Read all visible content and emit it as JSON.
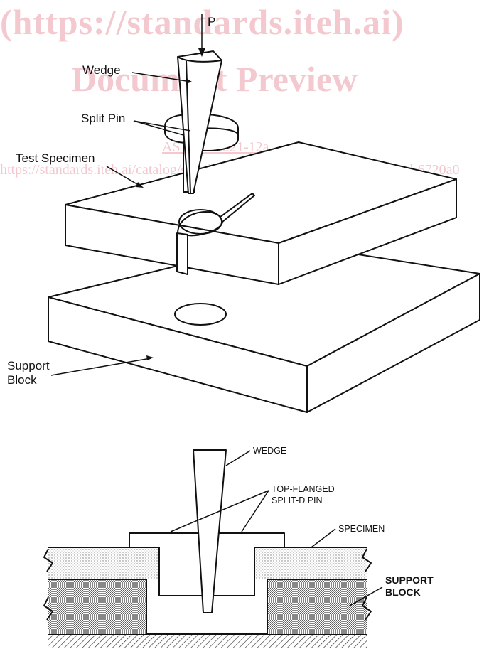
{
  "watermark": {
    "line1": "(https://standards.iteh.ai)",
    "line2": "Document Preview",
    "line3": "ASTM D1221-12a",
    "line4": "https://standards.iteh.ai/catalog/standards/sist/d0022680-5a4f-4091-baed-6720a0"
  },
  "top_figure": {
    "load_label": "P",
    "wedge_label": "Wedge",
    "split_pin_label": "Split Pin",
    "test_specimen_label": "Test Specimen",
    "support_block_label_line1": "Support",
    "support_block_label_line2": "Block"
  },
  "bottom_figure": {
    "wedge_label": "WEDGE",
    "pin_label_line1": "TOP-FLANGED",
    "pin_label_line2": "SPLIT-D PIN",
    "specimen_label": "SPECIMEN",
    "support_label_line1": "SUPPORT",
    "support_label_line2": "BLOCK"
  }
}
